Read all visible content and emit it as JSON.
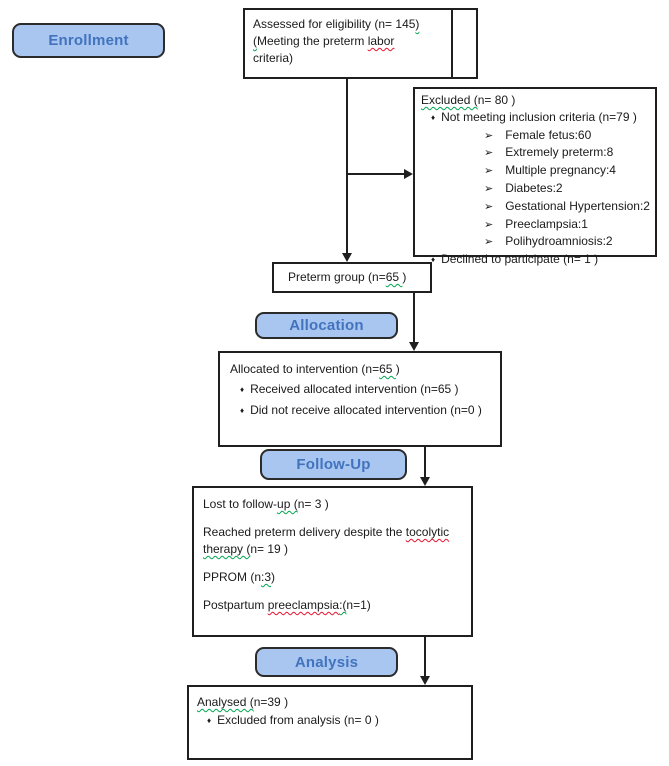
{
  "colors": {
    "stage_fill": "#a9c6f1",
    "stage_border": "#2b2b2b",
    "stage_text": "#4273bd",
    "box_border": "#1f1f1f",
    "line": "#1f1f1f",
    "text": "#1a1a1a",
    "squiggle_red": "#e8112d",
    "squiggle_green": "#00a550",
    "background": "#ffffff"
  },
  "glyphs": {
    "diamond": "♦",
    "arrow": "➢"
  },
  "stages": {
    "enrollment": "Enrollment",
    "allocation": "Allocation",
    "followup": "Follow-Up",
    "analysis": "Analysis"
  },
  "boxes": {
    "assessed": {
      "lines": [
        {
          "segs": [
            {
              "t": "Assessed for eligibility (n= 145"
            },
            {
              "t": ")",
              "sq": "green"
            }
          ]
        },
        {
          "segs": [
            {
              "t": "(",
              "sq": "green"
            },
            {
              "t": "Meeting the preterm "
            },
            {
              "t": "labor",
              "sq": "red"
            }
          ]
        },
        {
          "segs": [
            {
              "t": "criteria)"
            }
          ]
        }
      ]
    },
    "excluded": {
      "lines": [
        {
          "segs": [
            {
              "t": "Excluded (",
              "sq": "green"
            },
            {
              "t": "n= 80 )"
            }
          ]
        },
        {
          "bullet": "diamond",
          "segs": [
            {
              "t": "Not meeting inclusion criteria (n=79 )"
            }
          ]
        },
        {
          "bullet": "arrow",
          "segs": [
            {
              "t": "Female fetus:60"
            }
          ]
        },
        {
          "bullet": "arrow",
          "segs": [
            {
              "t": "Extremely preterm:8"
            }
          ]
        },
        {
          "bullet": "arrow",
          "segs": [
            {
              "t": "Multiple pregnancy:4"
            }
          ]
        },
        {
          "bullet": "arrow",
          "segs": [
            {
              "t": "Diabetes:2"
            }
          ]
        },
        {
          "bullet": "arrow",
          "segs": [
            {
              "t": "Gestational Hypertension:2"
            }
          ]
        },
        {
          "bullet": "arrow",
          "segs": [
            {
              "t": "Preeclampsia:1"
            }
          ]
        },
        {
          "bullet": "arrow",
          "segs": [
            {
              "t": "Polihydroamniosis:2"
            }
          ]
        },
        {
          "bullet": "diamond",
          "segs": [
            {
              "t": "Declined to participate (n= 1 )"
            }
          ]
        }
      ]
    },
    "preterm": {
      "lines": [
        {
          "segs": [
            {
              "t": "Preterm group (n="
            },
            {
              "t": "65 ",
              "sq": "green"
            },
            {
              "t": ")"
            }
          ]
        }
      ]
    },
    "allocated": {
      "lines": [
        {
          "segs": [
            {
              "t": "Allocated to intervention (n="
            },
            {
              "t": "65 ",
              "sq": "green"
            },
            {
              "t": ")"
            }
          ]
        },
        {
          "bullet": "diamond",
          "segs": [
            {
              "t": "Received allocated intervention (n=65 )"
            }
          ]
        },
        {
          "bullet": "diamond",
          "segs": [
            {
              "t": "Did not receive allocated intervention (n=0 )"
            }
          ]
        }
      ]
    },
    "lost": {
      "lines": [
        {
          "segs": [
            {
              "t": "Lost to follow-"
            },
            {
              "t": "up (",
              "sq": "green"
            },
            {
              "t": "n= 3 )"
            }
          ]
        },
        {
          "blank": true
        },
        {
          "segs": [
            {
              "t": "Reached preterm delivery despite the "
            },
            {
              "t": "tocolytic",
              "sq": "red"
            }
          ]
        },
        {
          "segs": [
            {
              "t": "therapy (",
              "sq": "green"
            },
            {
              "t": "n= 19 )"
            }
          ]
        },
        {
          "blank": true
        },
        {
          "segs": [
            {
              "t": "PPROM (n"
            },
            {
              "t": ":3",
              "sq": "green"
            },
            {
              "t": ")"
            }
          ]
        },
        {
          "blank": true
        },
        {
          "segs": [
            {
              "t": "Postpartum "
            },
            {
              "t": "preeclampsia",
              "sq": "red"
            },
            {
              "t": ":(",
              "sq": "green"
            },
            {
              "t": "n=1)"
            }
          ]
        }
      ]
    },
    "analysed": {
      "lines": [
        {
          "segs": [
            {
              "t": "Analysed (",
              "sq": "green"
            },
            {
              "t": "n=39 )"
            }
          ]
        },
        {
          "bullet": "diamond",
          "segs": [
            {
              "t": "Excluded from analysis (n= 0 )"
            }
          ]
        }
      ]
    }
  }
}
